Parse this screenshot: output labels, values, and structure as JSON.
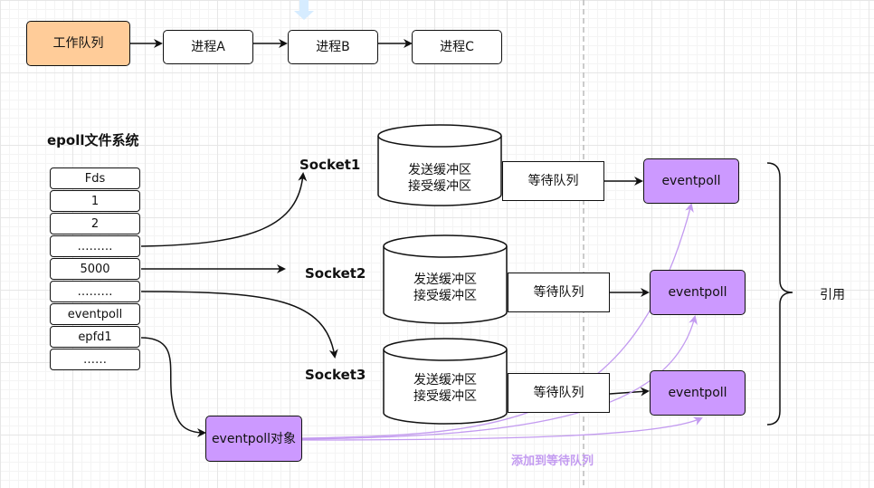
{
  "queue": {
    "label": "工作队列",
    "procs": [
      "进程A",
      "进程B",
      "进程C"
    ]
  },
  "epoll_fs": {
    "title": "epoll文件系统",
    "cells": [
      "Fds",
      "1",
      "2",
      "………",
      "5000",
      "………",
      "eventpoll",
      "epfd1",
      "……"
    ]
  },
  "sockets": [
    "Socket1",
    "Socket2",
    "Socket3"
  ],
  "buffers": {
    "send": "发送缓冲区",
    "recv": "接受缓冲区"
  },
  "wait_queue_label": "等待队列",
  "eventpoll_label": "eventpoll",
  "eventpoll_obj_label": "eventpoll对象",
  "ref_label": "引用",
  "add_label": "添加到等待队列",
  "colors": {
    "orange": "#ffcc99",
    "purple": "#cc99ff",
    "accent_line": "#c39bf0",
    "add_text": "#c39bf0"
  }
}
